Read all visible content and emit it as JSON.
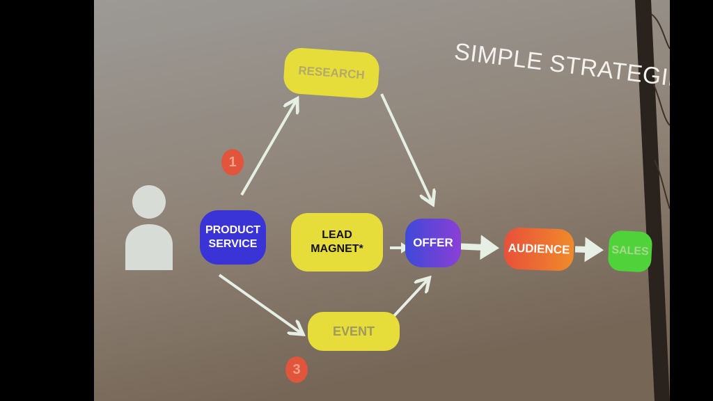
{
  "slide": {
    "title": "SIMPLE STRATEGIES"
  },
  "nodes": {
    "product_service": "PRODUCT\nSERVICE",
    "research": "RESEARCH",
    "lead_magnet": "LEAD\nMAGNET*",
    "event": "EVENT",
    "offer": "OFFER",
    "audience": "AUDIENCE",
    "sales": "SALES"
  },
  "badges": {
    "top": "1",
    "bottom": "3"
  },
  "icons": {
    "person": "person-icon"
  },
  "colors": {
    "yellow": "#e6dc3a",
    "blue": "#3a33d6",
    "offer_gradient": [
      "#3f49d8",
      "#8b3fd6"
    ],
    "audience_gradient": [
      "#e8503a",
      "#f08a2a"
    ],
    "green": "#4fd23a",
    "badge": "#e0553c",
    "arrow": "#e6efe3"
  }
}
